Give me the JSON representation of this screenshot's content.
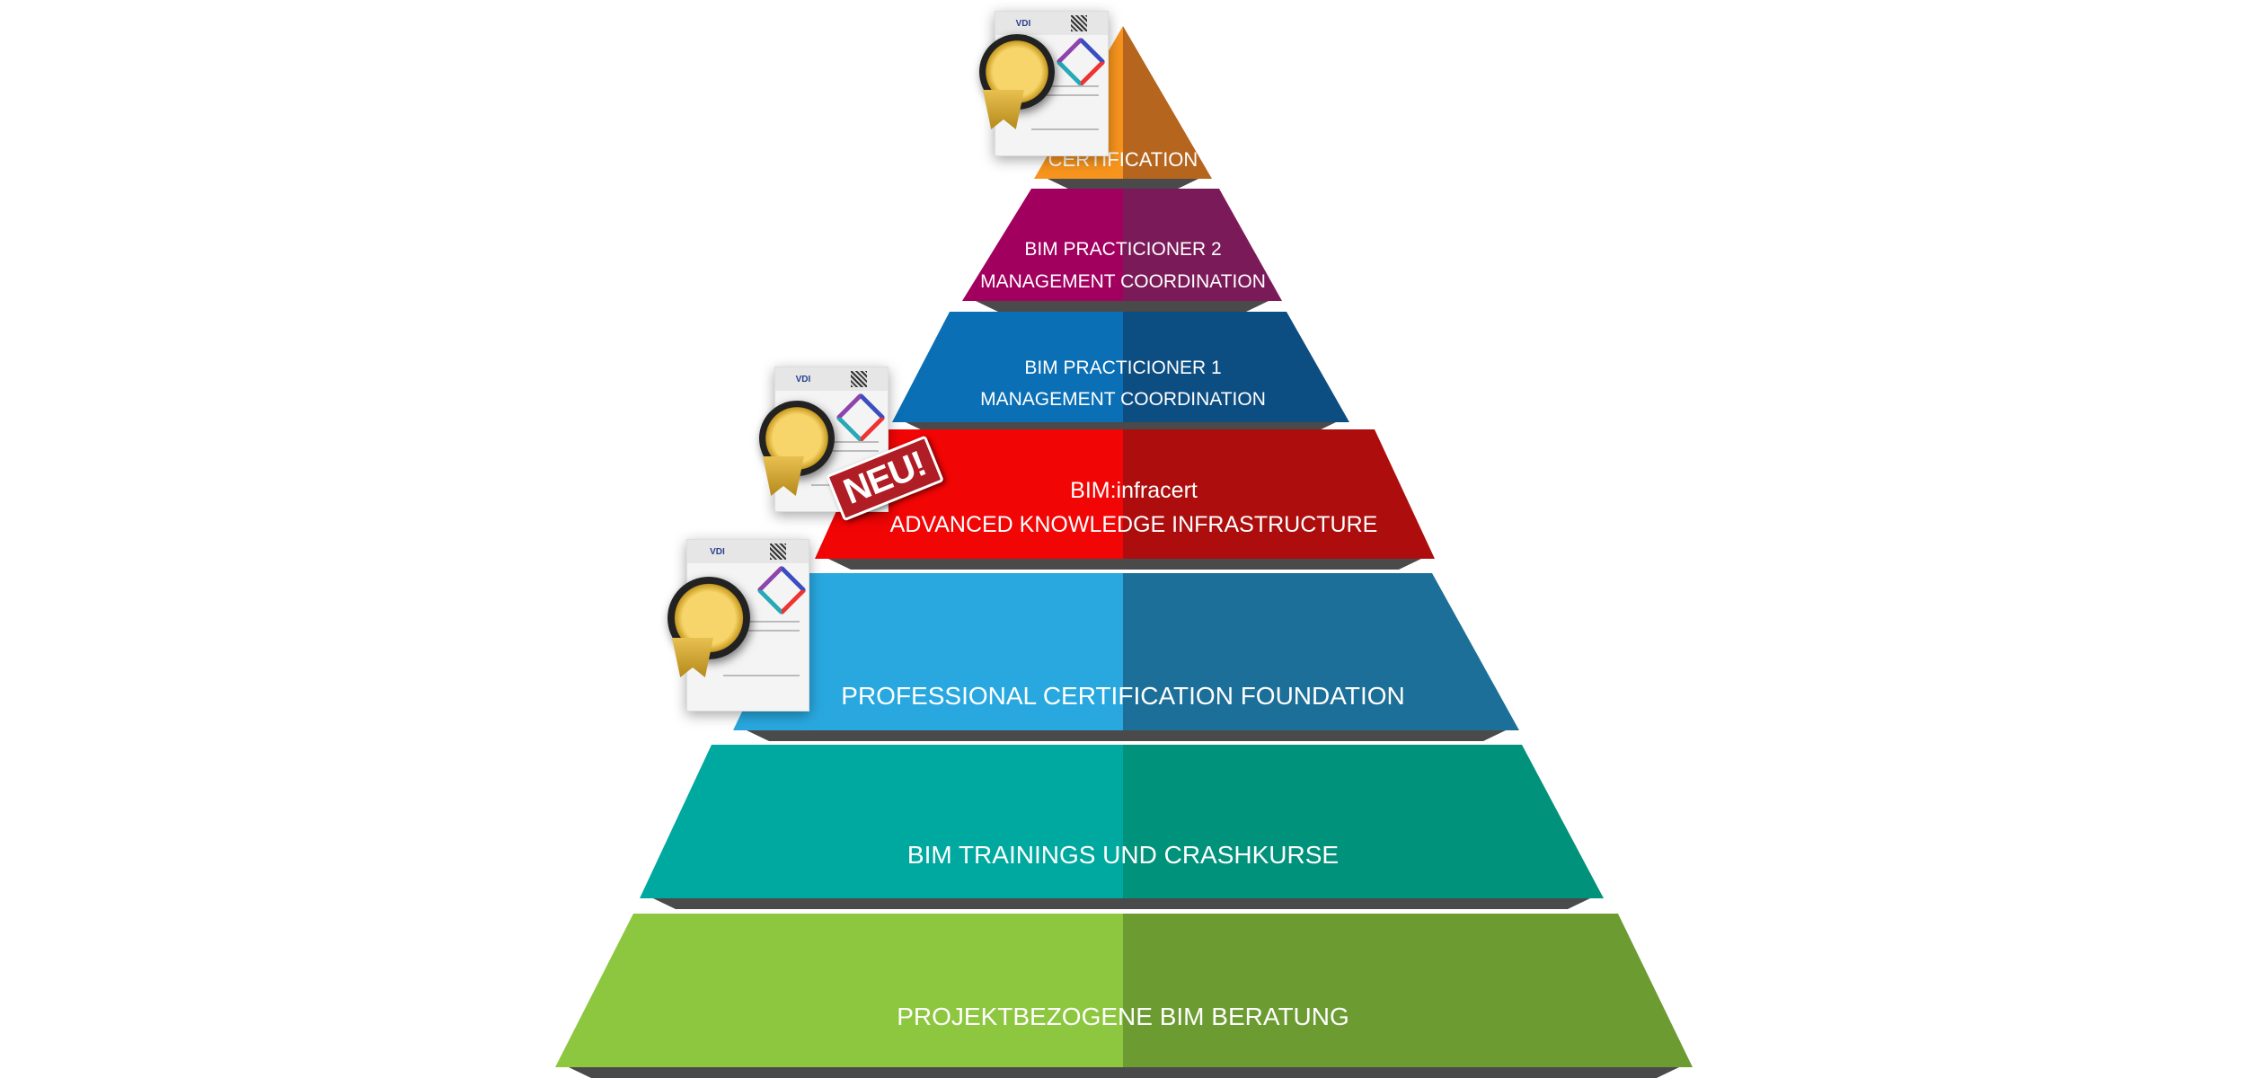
{
  "pyramid": {
    "tiers": [
      {
        "lines": [
          "CERTIFICATION"
        ],
        "color_light": "#f7941d",
        "color_dark": "#b5651d"
      },
      {
        "lines": [
          "BIM PRACTICIONER 2",
          "MANAGEMENT  COORDINATION"
        ],
        "color_light": "#a2005f",
        "color_dark": "#7b1a58"
      },
      {
        "lines": [
          "BIM PRACTICIONER 1",
          "MANAGEMENT  COORDINATION"
        ],
        "color_light": "#0a6fb5",
        "color_dark": "#0c4d82"
      },
      {
        "lines": [
          "BIM:infracert",
          "ADVANCED KNOWLEDGE INFRASTRUCTURE"
        ],
        "color_light": "#f20505",
        "color_dark": "#ad0d0d"
      },
      {
        "lines": [
          "PROFESSIONAL CERTIFICATION FOUNDATION"
        ],
        "color_light": "#29a8e0",
        "color_dark": "#1c6f98"
      },
      {
        "lines": [
          "BIM TRAININGS UND CRASHKURSE"
        ],
        "color_light": "#00a99f",
        "color_dark": "#00927a"
      },
      {
        "lines": [
          "PROJEKTBEZOGENE BIM BERATUNG"
        ],
        "color_light": "#8dc63f",
        "color_dark": "#6b9b31"
      }
    ],
    "gap_color": "#4a4a4a"
  },
  "badge": {
    "text": "NEU!"
  },
  "certificate": {
    "brand": "VDI"
  }
}
